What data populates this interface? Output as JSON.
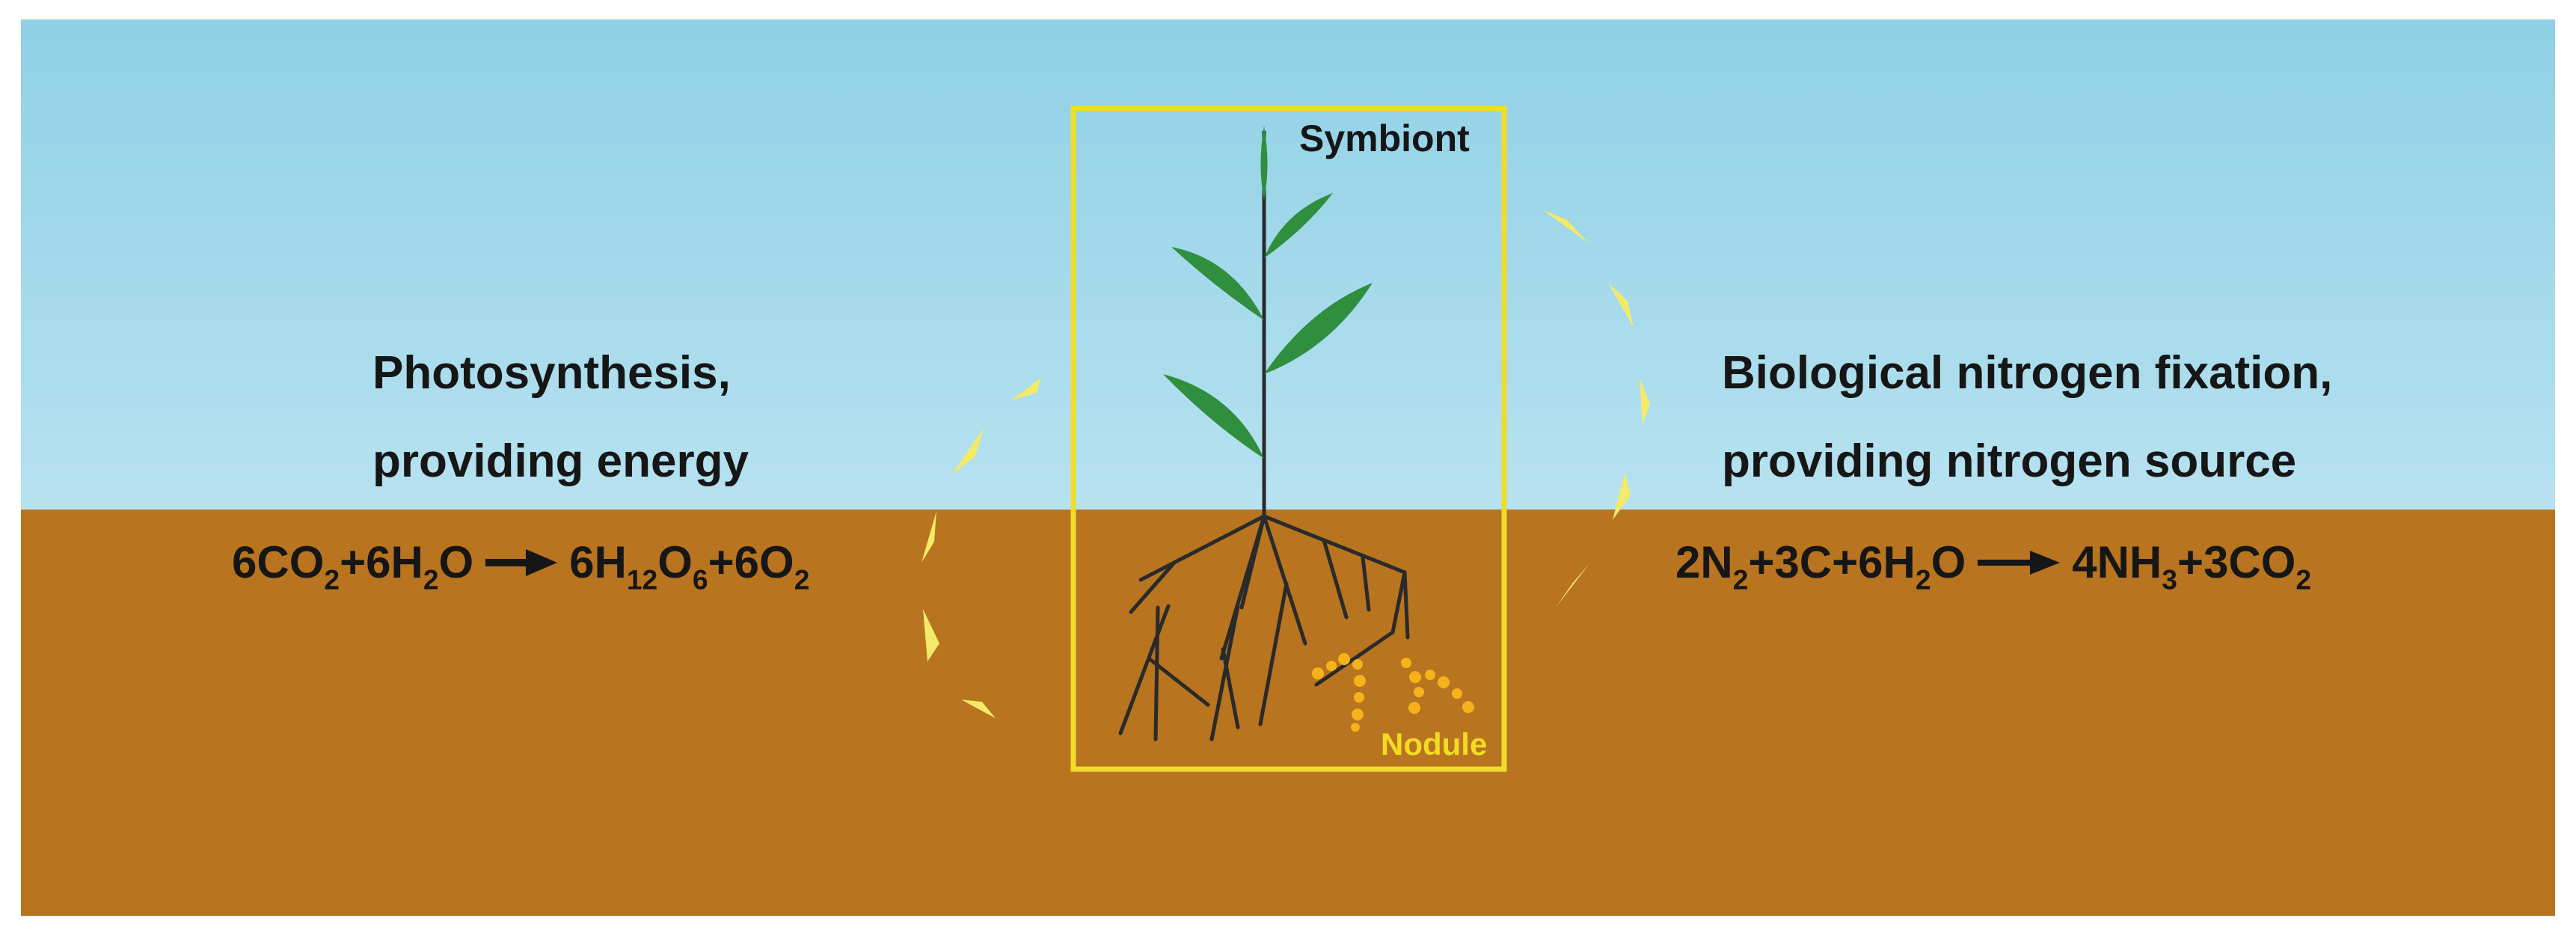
{
  "labels": {
    "symbiont": "Symbiont",
    "nodule": "Nodule",
    "left_heading_line1": "Photosynthesis,",
    "left_heading_line2": "providing energy",
    "right_heading_line1": "Biological nitrogen fixation,",
    "right_heading_line2": "providing nitrogen source"
  },
  "photosynthesis_equation": {
    "left": [
      {
        "text": "6CO"
      },
      {
        "sub": "2"
      },
      {
        "text": "+6H"
      },
      {
        "sub": "2"
      },
      {
        "text": "O"
      }
    ],
    "right": [
      {
        "text": "6H"
      },
      {
        "sub": "12"
      },
      {
        "text": "O"
      },
      {
        "sub": "6"
      },
      {
        "text": "+6O"
      },
      {
        "sub": "2"
      }
    ]
  },
  "nitrogen_fixation_equation": {
    "left": [
      {
        "text": "2N"
      },
      {
        "sub": "2"
      },
      {
        "text": "+3C+6H"
      },
      {
        "sub": "2"
      },
      {
        "text": "O"
      }
    ],
    "right": [
      {
        "text": "4NH"
      },
      {
        "sub": "3"
      },
      {
        "text": "+3CO"
      },
      {
        "sub": "2"
      }
    ]
  },
  "colors": {
    "sky_top": "#8fd0e5",
    "sky_bottom": "#b7e2f0",
    "soil": "#b8741f",
    "frame": "#f0dc2a",
    "leaf": "#2f8f3e",
    "stem": "#2a2a2a",
    "nodule": "#f6b21b",
    "cycle_arrow": "#f4ea6a"
  }
}
